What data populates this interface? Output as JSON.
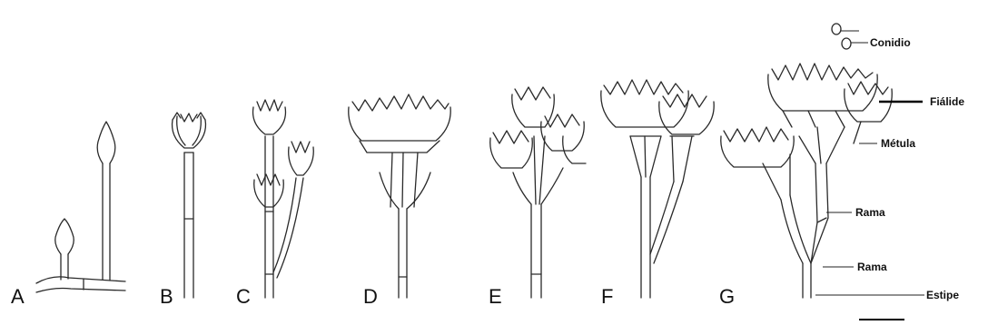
{
  "panels": [
    "A",
    "B",
    "C",
    "D",
    "E",
    "F",
    "G"
  ],
  "callouts": {
    "conidio": "Conidio",
    "fialide": "Fiálide",
    "metula": "Métula",
    "rama_upper": "Rama",
    "rama_lower": "Rama",
    "estipe": "Estipe"
  },
  "ink_color": "#2a2a2a"
}
